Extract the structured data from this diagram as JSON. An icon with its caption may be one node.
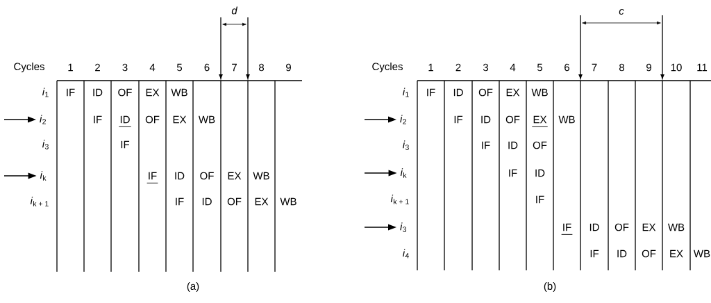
{
  "diagram": {
    "nodes": [
      {
        "text": [
          "*i*$_{2}$"
        ]
      },
      {
        "text": [
          "*i*$_{k}$"
        ]
      },
      {
        "text": [
          "*i*$_{2}$"
        ]
      },
      {
        "text": [
          "*i*$_{k}$"
        ]
      },
      {
        "text": [
          "*i*$_{3}$"
        ]
      }
    ],
    "edges": [
      {
        "from": null,
        "to": 0,
        "arrow": "to"
      },
      {
        "from": null,
        "to": 1,
        "arrow": "to"
      },
      {
        "from": null,
        "to": 2,
        "arrow": "to"
      },
      {
        "from": null,
        "to": 3,
        "arrow": "to"
      },
      {
        "from": null,
        "to": 4,
        "arrow": "to"
      }
    ],
    "labels": [
      "d",
      "Cycles",
      "1",
      "2",
      "3",
      "4",
      "5",
      "6",
      "7",
      "8",
      "9",
      "*i*$_{1}$",
      "IF",
      "ID",
      "OF",
      "EX",
      "WB",
      "IF",
      "ID",
      "OF",
      "EX",
      "WB",
      "*i*$_{3}$",
      "IF",
      "IF",
      "ID",
      "OF",
      "EX",
      "WB",
      "*i*$_{k + 1}$",
      "IF",
      "ID",
      "OF",
      "EX",
      "WB",
      "(a)",
      "c",
      "Cycles",
      "1",
      "2",
      "3",
      "4",
      "5",
      "6",
      "7",
      "8",
      "9",
      "10",
      "11",
      "*i*$_{1}$",
      "IF",
      "ID",
      "OF",
      "EX",
      "WB",
      "IF",
      "ID",
      "OF",
      "EX",
      "WB",
      "*i*$_{3}$",
      "IF",
      "ID",
      "OF",
      "IF",
      "ID",
      "*i*$_{k + 1}$",
      "IF",
      "IF",
      "ID",
      "OF",
      "EX",
      "WB",
      "*i*$_{4}$",
      "IF",
      "ID",
      "OF",
      "EX",
      "WB",
      "(b)"
    ]
  }
}
